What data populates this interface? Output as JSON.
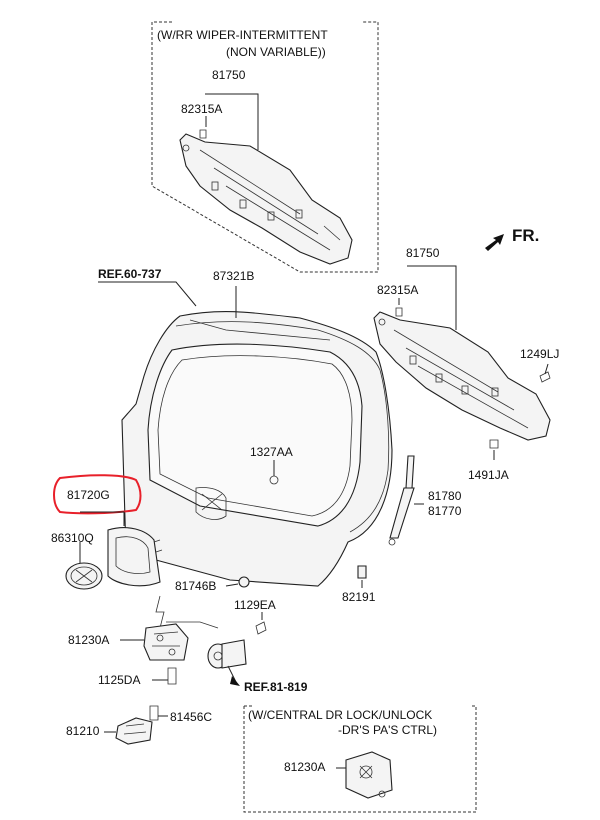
{
  "box_top": {
    "line1": "(W/RR WIPER-INTERMITTENT",
    "line2": "(NON VARIABLE))"
  },
  "box_bottom": {
    "line1": "(W/CENTRAL DR LOCK/UNLOCK",
    "line2": "-DR'S  PA'S CTRL)"
  },
  "direction": "FR.",
  "references": {
    "ref_60_737": "REF.60-737",
    "ref_81_819": "REF.81-819"
  },
  "parts": {
    "p81750_top": "81750",
    "p82315A_top": "82315A",
    "p81750_right": "81750",
    "p82315A_right": "82315A",
    "p1249LJ": "1249LJ",
    "p1491JA": "1491JA",
    "p87321B": "87321B",
    "p1327AA": "1327AA",
    "p81720G": "81720G",
    "p86310Q": "86310Q",
    "p81780": "81780",
    "p81770": "81770",
    "p81746B": "81746B",
    "p1129EA": "1129EA",
    "p82191": "82191",
    "p81230A": "81230A",
    "p1125DA": "1125DA",
    "p81210": "81210",
    "p81456C": "81456C",
    "p81230A_box": "81230A"
  },
  "highlight": {
    "part": "81720G",
    "color": "#e8202a"
  },
  "colors": {
    "line": "#222222",
    "part_fill": "#f4f4f4",
    "highlight": "#e8202a"
  }
}
